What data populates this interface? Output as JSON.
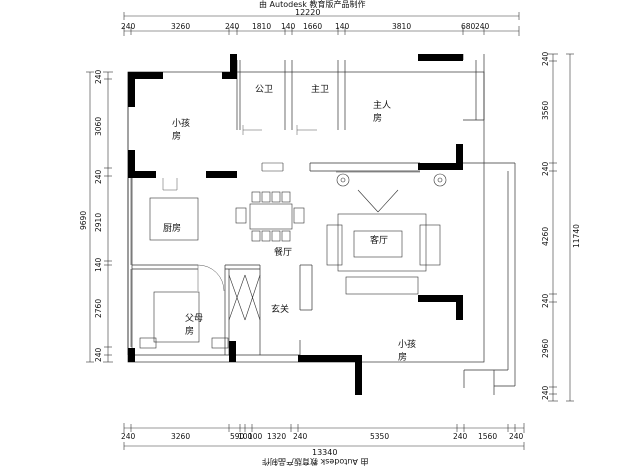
{
  "header": {
    "title": "由 Autodesk 教育版产品制作",
    "total": "12220"
  },
  "footer": {
    "title": "由 Autodesk 教育版产品制作",
    "total": "13340"
  },
  "top_dims": [
    "240",
    "3260",
    "240",
    "1810",
    "140",
    "1660",
    "140",
    "3810",
    "680",
    "240"
  ],
  "bottom_dims": [
    "240",
    "3260",
    "590",
    "100",
    "100",
    "1320",
    "240",
    "5350",
    "240",
    "1560",
    "240"
  ],
  "left_total": "9690",
  "left_dims": [
    "240",
    "3060",
    "240",
    "2910",
    "140",
    "2760",
    "240"
  ],
  "right_total": "11740",
  "right_dims": [
    "240",
    "3560",
    "240",
    "4260",
    "240",
    "2960",
    "240"
  ],
  "rooms": {
    "child_room_nw": "小孩\n房",
    "public_bath": "公卫",
    "master_bath": "主卫",
    "master_bedroom": "主人\n房",
    "kitchen": "厨房",
    "dining": "餐厅",
    "living": "客厅",
    "entrance": "玄关",
    "parents_room": "父母\n房",
    "child_room_se": "小孩\n房"
  },
  "colors": {
    "wall": "#000000",
    "line": "#333333"
  }
}
